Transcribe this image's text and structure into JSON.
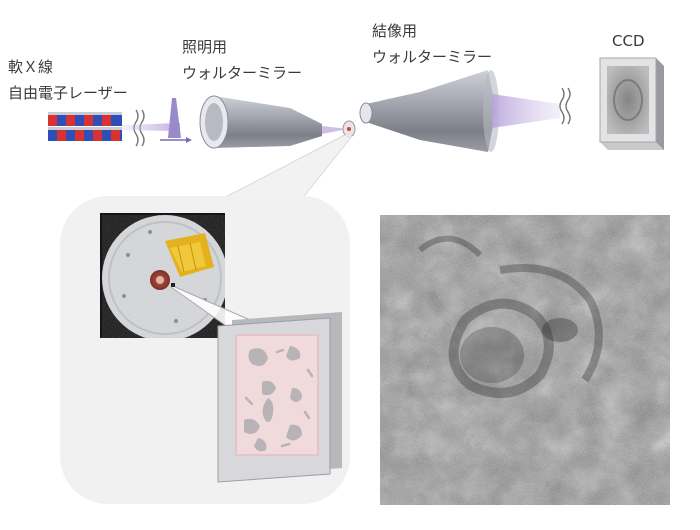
{
  "labels": {
    "laser_line1": "軟Ｘ線",
    "laser_line2": "自由電子レーザー",
    "illum_line1": "照明用",
    "illum_line2": "ウォルターミラー",
    "imaging_line1": "結像用",
    "imaging_line2": "ウォルターミラー",
    "detector": "CCD"
  },
  "colors": {
    "undulator_red": "#d8332f",
    "undulator_blue": "#2f4fb8",
    "mirror_gray": "#9a9ca5",
    "beam_purple": "#b7a3d9",
    "panel_bg": "#f1f1f1",
    "cell_pink": "#f3dada"
  }
}
